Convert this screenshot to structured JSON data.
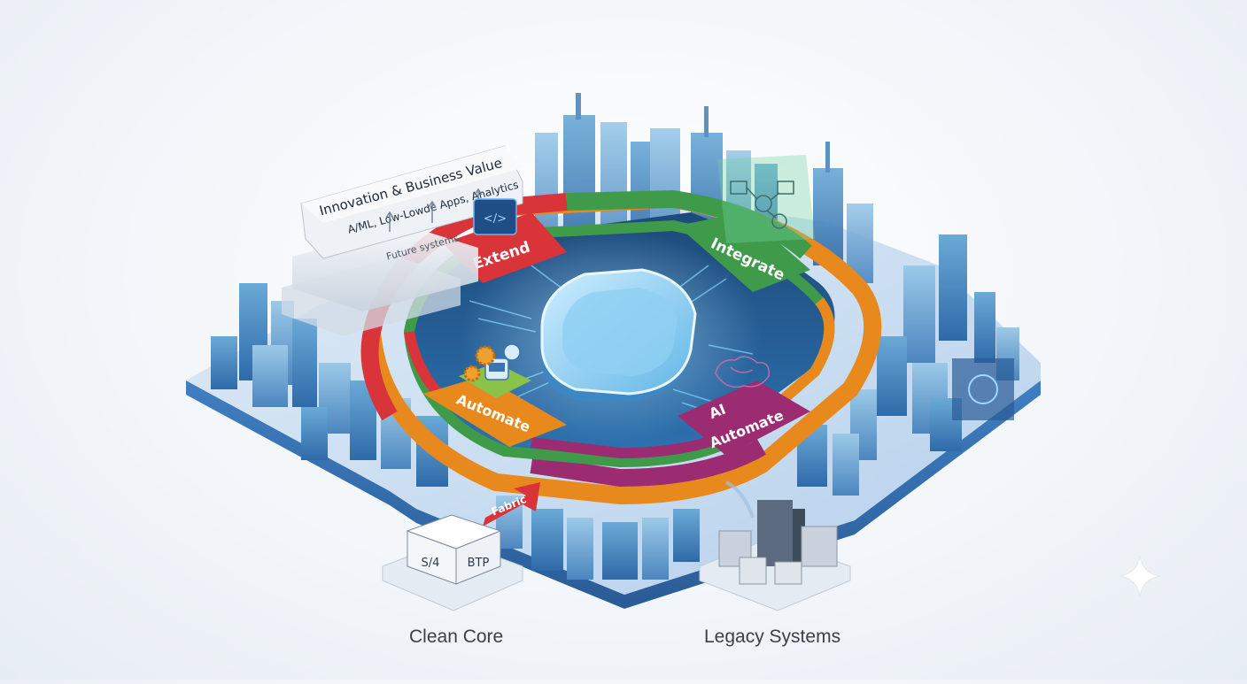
{
  "stack": {
    "top_label": "Innovation & Business Value",
    "sub_label": "A/ML, Low-Lowde Apps, Analytics",
    "future_label": "Future systems"
  },
  "ring": {
    "extend": "Extend",
    "integrate": "Integrate",
    "automate": "Automate",
    "ai_line1": "AI",
    "ai_line2": "Automate"
  },
  "fabric_label": "Fabric",
  "clean_core": {
    "s4": "S/4",
    "btp": "BTP",
    "caption": "Clean Core"
  },
  "legacy": {
    "caption": "Legacy Systems"
  },
  "colors": {
    "extend": "#d9343a",
    "integrate": "#3f9b4a",
    "automate": "#e8891e",
    "ai_automate": "#9c2c72",
    "platform": "#3d73b4",
    "chip": "#6fc3ec"
  },
  "icons": [
    "code-icon",
    "workflow-icon",
    "robot-icon",
    "gear-icon",
    "brain-icon",
    "server-icon",
    "sparkle-icon"
  ]
}
